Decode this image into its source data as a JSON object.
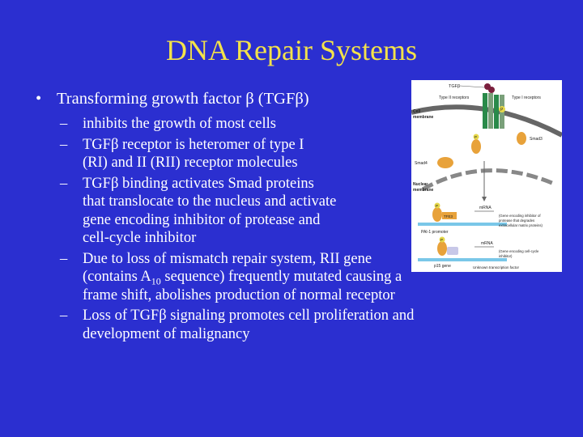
{
  "title": "DNA Repair Systems",
  "colors": {
    "background": "#2b2fd0",
    "title": "#f3e24a",
    "text": "#ffffff"
  },
  "bullet_main": "Transforming growth factor β (TGFβ)",
  "bullet_marker": "•",
  "dash": "–",
  "sub_bullets": {
    "b1": "inhibits the growth of most cells",
    "b2_line1": "TGFβ receptor is heteromer of type I",
    "b2_line2": "(RI) and II (RII) receptor molecules",
    "b3_line1": "TGFβ binding activates Smad proteins",
    "b3_line2": "that translocate to the nucleus and activate",
    "b3_line3": "gene encoding inhibitor of protease and",
    "b3_line4": "cell-cycle inhibitor",
    "b4_line1": "Due to loss of mismatch repair system, RII gene",
    "b4_line2_a": "(contains A",
    "b4_line2_sub": "10",
    "b4_line2_b": " sequence) frequently mutated causing a",
    "b4_line3": "frame shift, abolishes production of normal receptor",
    "b5_line1": "Loss of TGFβ signaling promotes cell proliferation and",
    "b5_line2": "development of malignancy"
  },
  "figure": {
    "tgfb": "TGFβ",
    "type2": "Type II receptors",
    "type1": "Type I receptors",
    "cell_membrane_1": "Cell",
    "cell_membrane_2": "membrane",
    "p": "P",
    "smad3": "Smad3",
    "smad4": "Smad4",
    "nuclear_membrane_1": "Nuclear",
    "nuclear_membrane_2": "membrane",
    "mrna": "mRNA",
    "tfe3": "TFE3",
    "pai1": "PAI-1 promoter",
    "gene1_1": "(Gene encoding inhibitor of",
    "gene1_2": "protease that degrades",
    "gene1_3": "extracellular matrix proteins)",
    "gene2_1": "(Gene encoding cell-cycle",
    "gene2_2": "inhibitor)",
    "p15": "p15 gene",
    "unknown_tf": "Unknown transcription factor"
  }
}
